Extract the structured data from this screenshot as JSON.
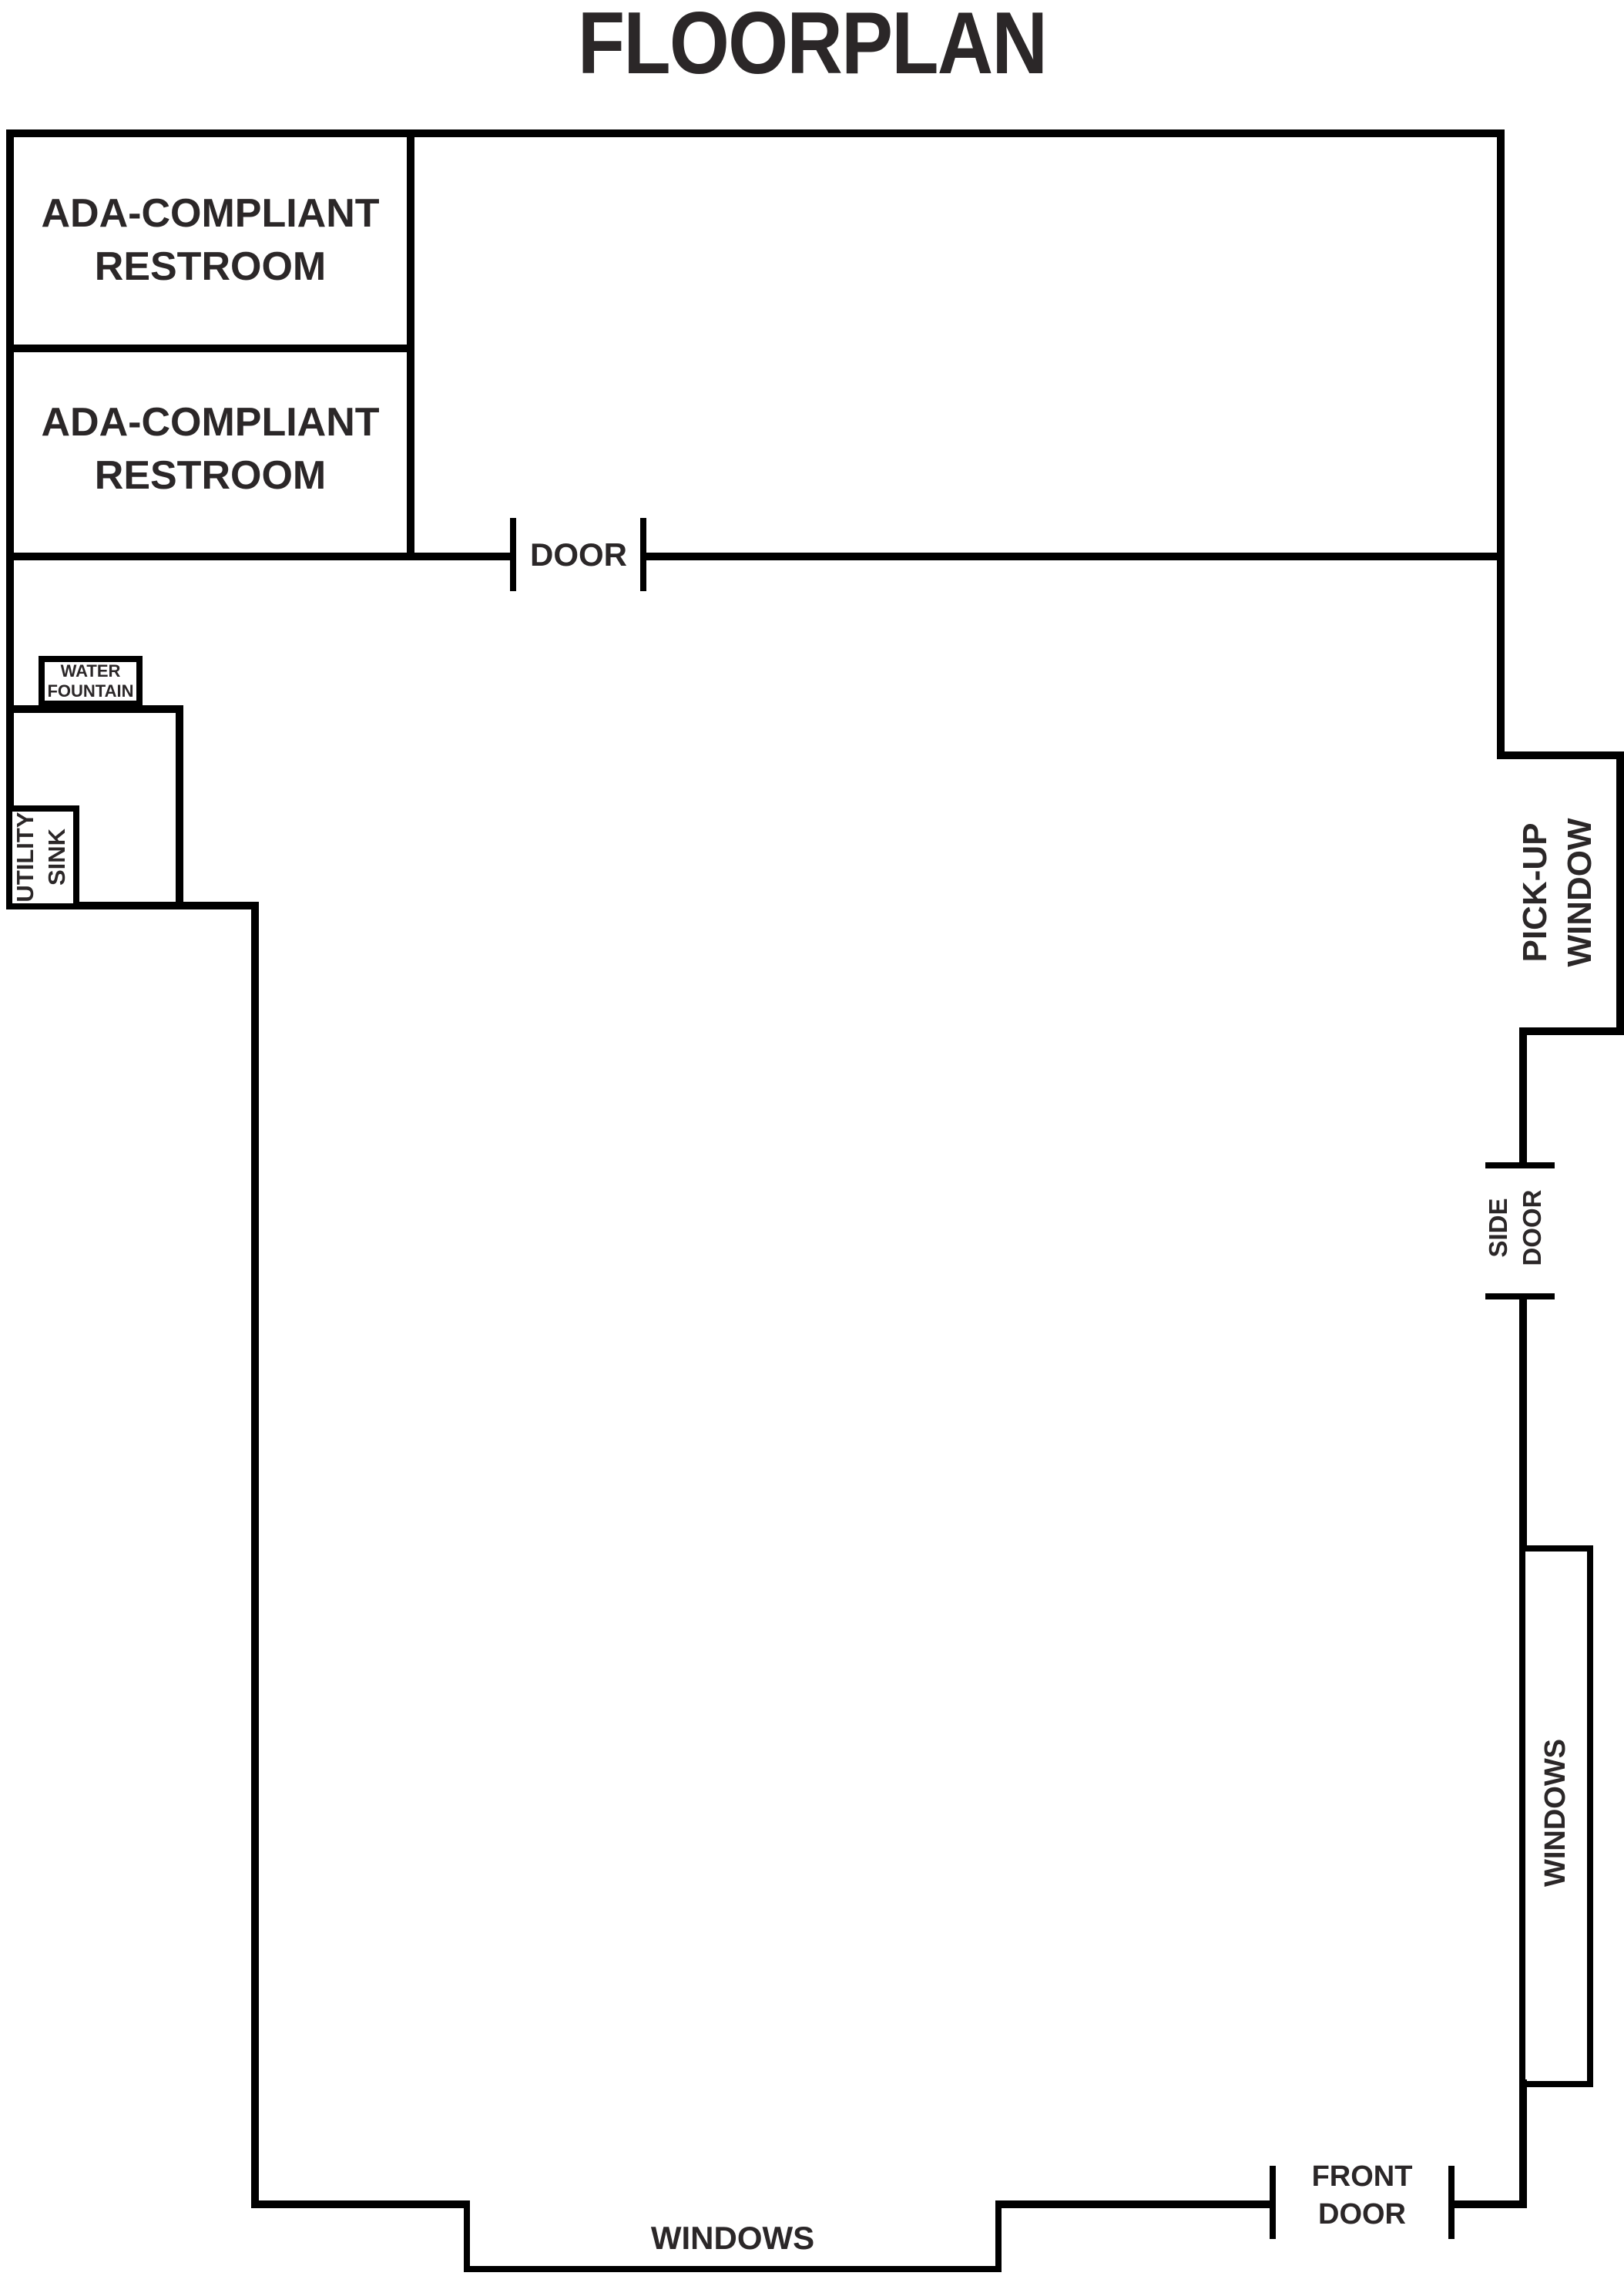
{
  "title": "FLOORPLAN",
  "colors": {
    "background": "#ffffff",
    "wall": "#000000",
    "text": "#2b2728"
  },
  "rooms": {
    "restroom_top": {
      "line1": "ADA-COMPLIANT",
      "line2": "RESTROOM"
    },
    "restroom_bottom": {
      "line1": "ADA-COMPLIANT",
      "line2": "RESTROOM"
    }
  },
  "features": {
    "interior_door": {
      "label": "DOOR"
    },
    "water_fountain": {
      "line1": "WATER",
      "line2": "FOUNTAIN"
    },
    "utility_sink": {
      "line1": "UTILITY",
      "line2": "SINK"
    },
    "pickup_window": {
      "line1": "PICK-UP",
      "line2": "WINDOW"
    },
    "side_door": {
      "line1": "SIDE",
      "line2": "DOOR"
    },
    "windows_right": {
      "label": "WINDOWS"
    },
    "front_door": {
      "line1": "FRONT",
      "line2": "DOOR"
    },
    "windows_bottom": {
      "label": "WINDOWS"
    }
  }
}
